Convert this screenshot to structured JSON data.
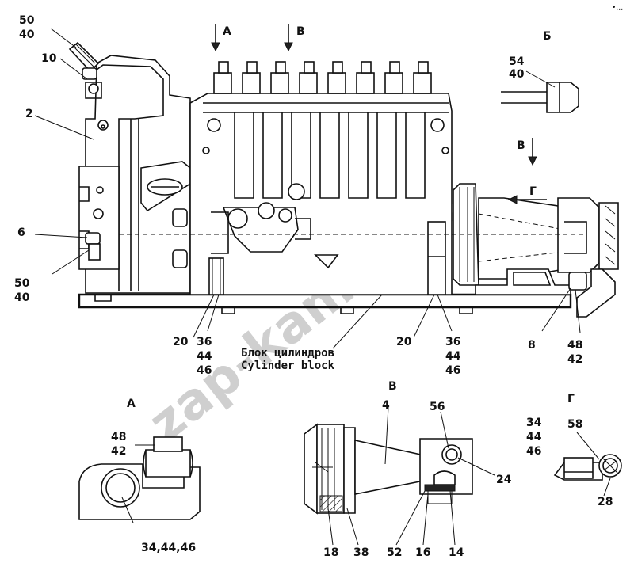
{
  "watermark": "zap-kamaz.ru",
  "corner_mark": "•…",
  "caption": {
    "ru": "Блок цилиндров",
    "en": "Cylinder block"
  },
  "views": {
    "A": "А",
    "B": "Б",
    "V": "В",
    "G": "Г"
  },
  "callouts": {
    "c50_40_top": [
      "50",
      "40"
    ],
    "c10": "10",
    "c2": "2",
    "c6": "6",
    "c50_40_low": [
      "50",
      "40"
    ],
    "c20_left": "20",
    "c36_44_46_left": [
      "36",
      "44",
      "46"
    ],
    "c20_mid": "20",
    "c36_44_46_mid": [
      "36",
      "44",
      "46"
    ],
    "c8": "8",
    "c48_42_right": [
      "48",
      "42"
    ],
    "c54_40": [
      "54",
      "40"
    ],
    "detailA_48_42": [
      "48",
      "42"
    ],
    "detailA_34": "34,44,46",
    "detailV_4": "4",
    "detailV_56": "56",
    "detailV_24": "24",
    "detailV_18": "18",
    "detailV_38": "38",
    "detailV_52": "52",
    "detailV_16": "16",
    "detailV_14": "14",
    "detailG_34_44_46": [
      "34",
      "44",
      "46"
    ],
    "detailG_58": "58",
    "detailG_28": "28"
  }
}
